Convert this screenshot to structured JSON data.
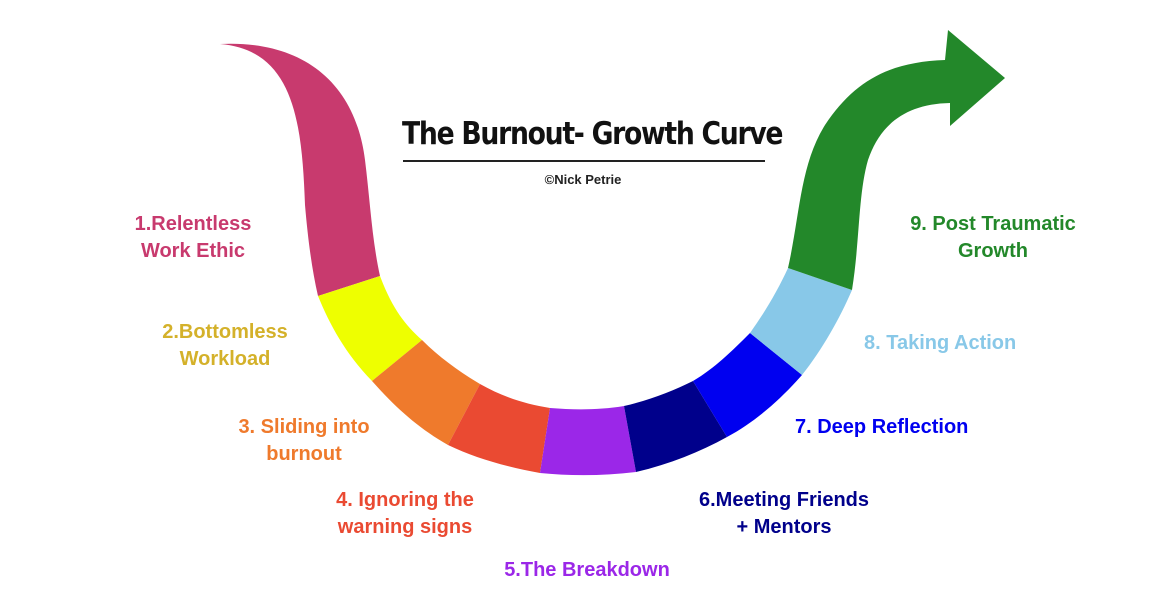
{
  "title": "The Burnout- Growth Curve",
  "credit": "©Nick Petrie",
  "stages": [
    {
      "lines": [
        "1.Relentless",
        "Work Ethic"
      ],
      "color": "#c83a6e"
    },
    {
      "lines": [
        "2.Bottomless",
        "Workload"
      ],
      "color": "#d4b12a",
      "band_color": "#eeff00"
    },
    {
      "lines": [
        "3. Sliding into",
        "burnout"
      ],
      "color": "#ef7a2c"
    },
    {
      "lines": [
        "4. Ignoring the",
        "warning signs"
      ],
      "color": "#ea4a32"
    },
    {
      "lines": [
        "5.The Breakdown"
      ],
      "color": "#9b27e8"
    },
    {
      "lines": [
        "6.Meeting Friends",
        "+ Mentors"
      ],
      "color": "#00008b"
    },
    {
      "lines": [
        "7. Deep Reflection"
      ],
      "color": "#0000f0"
    },
    {
      "lines": [
        "8. Taking Action"
      ],
      "color": "#88c8e8"
    },
    {
      "lines": [
        "9. Post Traumatic",
        "Growth"
      ],
      "color": "#23882a"
    }
  ]
}
